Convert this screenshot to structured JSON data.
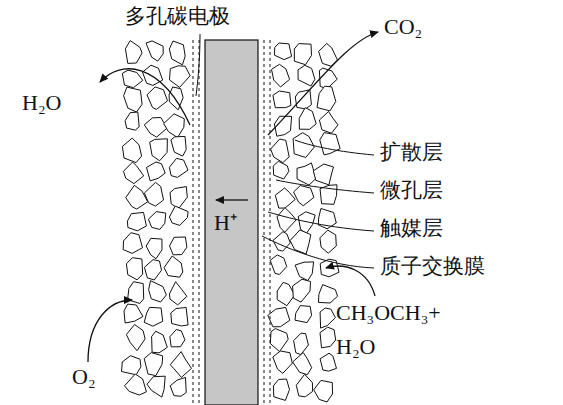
{
  "diagram": {
    "labels": [
      "多孔碳电极",
      "H₂O",
      "CO₂",
      "扩散层",
      "微孔层",
      "触媒层",
      "质子交换膜",
      "H⁺",
      "O₂",
      "CH₃OCH₃+ H₂O"
    ]
  }
}
